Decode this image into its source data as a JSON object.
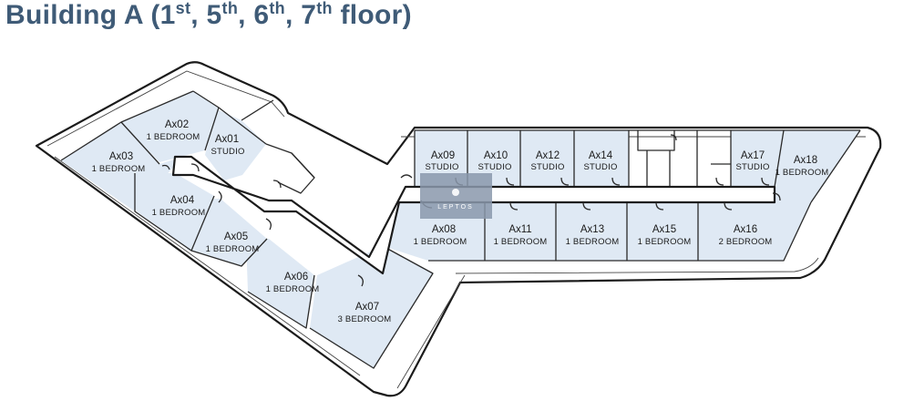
{
  "title": {
    "text_before": "Building A (1",
    "sup_1": "st",
    "sep_1": ", 5",
    "sup_2": "th",
    "sep_2": ", 6",
    "sup_3": "th",
    "sep_3": ", 7",
    "sup_4": "th",
    "text_after": " floor)"
  },
  "colors": {
    "title": "#3f5b77",
    "unit_fill": "#dfe9f4",
    "wall": "#1b1b1b",
    "watermark": "#8a98ab"
  },
  "watermark": {
    "text": "LEPTOS",
    "icon": "logo-icon"
  },
  "units": [
    {
      "id": "Ax01",
      "type": "STUDIO"
    },
    {
      "id": "Ax02",
      "type": "1 BEDROOM"
    },
    {
      "id": "Ax03",
      "type": "1 BEDROOM"
    },
    {
      "id": "Ax04",
      "type": "1 BEDROOM"
    },
    {
      "id": "Ax05",
      "type": "1 BEDROOM"
    },
    {
      "id": "Ax06",
      "type": "1 BEDROOM"
    },
    {
      "id": "Ax07",
      "type": "3 BEDROOM"
    },
    {
      "id": "Ax08",
      "type": "1 BEDROOM"
    },
    {
      "id": "Ax09",
      "type": "STUDIO"
    },
    {
      "id": "Ax10",
      "type": "STUDIO"
    },
    {
      "id": "Ax11",
      "type": "1 BEDROOM"
    },
    {
      "id": "Ax12",
      "type": "STUDIO"
    },
    {
      "id": "Ax13",
      "type": "1 BEDROOM"
    },
    {
      "id": "Ax14",
      "type": "STUDIO"
    },
    {
      "id": "Ax15",
      "type": "1 BEDROOM"
    },
    {
      "id": "Ax16",
      "type": "2 BEDROOM"
    },
    {
      "id": "Ax17",
      "type": "STUDIO"
    },
    {
      "id": "Ax18",
      "type": "1 BEDROOM"
    }
  ]
}
